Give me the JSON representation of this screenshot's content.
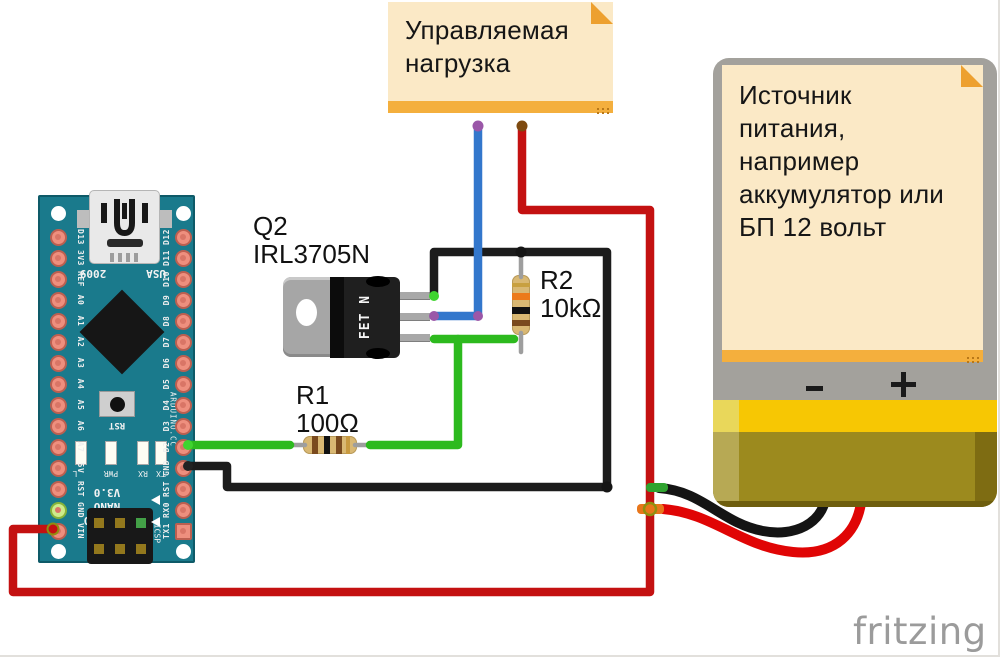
{
  "notes": {
    "load": {
      "lines": [
        "Управляемая",
        "нагрузка"
      ]
    },
    "psu": {
      "lines": [
        "Источник",
        "питания,",
        "например",
        "аккумулятор или",
        "БП 12 вольт"
      ]
    }
  },
  "components": {
    "q2": {
      "ref": "Q2",
      "part": "IRL3705N",
      "marking": "FET N"
    },
    "r1": {
      "ref": "R1",
      "value": "100Ω"
    },
    "r2": {
      "ref": "R2",
      "value": "10kΩ"
    },
    "battery": {
      "minus": "-",
      "plus": "+"
    },
    "arduino": {
      "left_pins": [
        "D13",
        "3V3",
        "REF",
        "A0",
        "A1",
        "A2",
        "A3",
        "A4",
        "A5",
        "A6",
        "A7",
        "5V",
        "RST",
        "GND",
        "VIN"
      ],
      "right_pins": [
        "D12",
        "D11",
        "D10",
        "D9",
        "D8",
        "D7",
        "D6",
        "D5",
        "D4",
        "D3",
        "D2",
        "GND",
        "RST",
        "RX0",
        "TX1"
      ],
      "silk": {
        "year": "2009",
        "country": "USA",
        "cc": "ARDUINO.CC",
        "reset": "RST",
        "icsp": "ICSP",
        "brand_lines": [
          "ARDUINO",
          "NANO",
          "V3.0"
        ],
        "leds": [
          "L",
          "PWR",
          "RX",
          "TX"
        ]
      }
    }
  },
  "watermark": "fritzing",
  "colors": {
    "note-body": "#fbe9c6",
    "note-strip": "#f4af3d",
    "note-fold": "#eda02f",
    "note-grip": "#b97818",
    "bat-gray-outer": "#a3a19c",
    "bat-gray-light": "#dedдd9",
    "bat-gray-band": "#d0cfcb",
    "bat-yellow": "#f7c703",
    "bat-yellow-hi": "#e9d75a",
    "bat-olive": "#9c8a1e",
    "bat-olive-hi": "#b7a954",
    "bat-olive-dk": "#7e6c12",
    "bat-olive-edge": "#6e5e0e",
    "board-teal": "#1a7a8c",
    "board-edge": "#0e5a68",
    "pad-fill": "#ee8f7e",
    "pad-ring": "#bc5f50",
    "pad-hole": "#d97566",
    "res-tan": "#d9b873",
    "wire-green": "#2dba1e",
    "wire-black": "#1c1c1c",
    "wire-red": "#c41111",
    "wire-blue": "#3377cc",
    "cap-purple": "#9a57a8",
    "cap-brown": "#7e4a10",
    "cap-green": "#3fd42f",
    "cap-orange": "#e8761b",
    "cap-olive-ring": "#8f8f10",
    "watermark": "#9b9b9b"
  }
}
